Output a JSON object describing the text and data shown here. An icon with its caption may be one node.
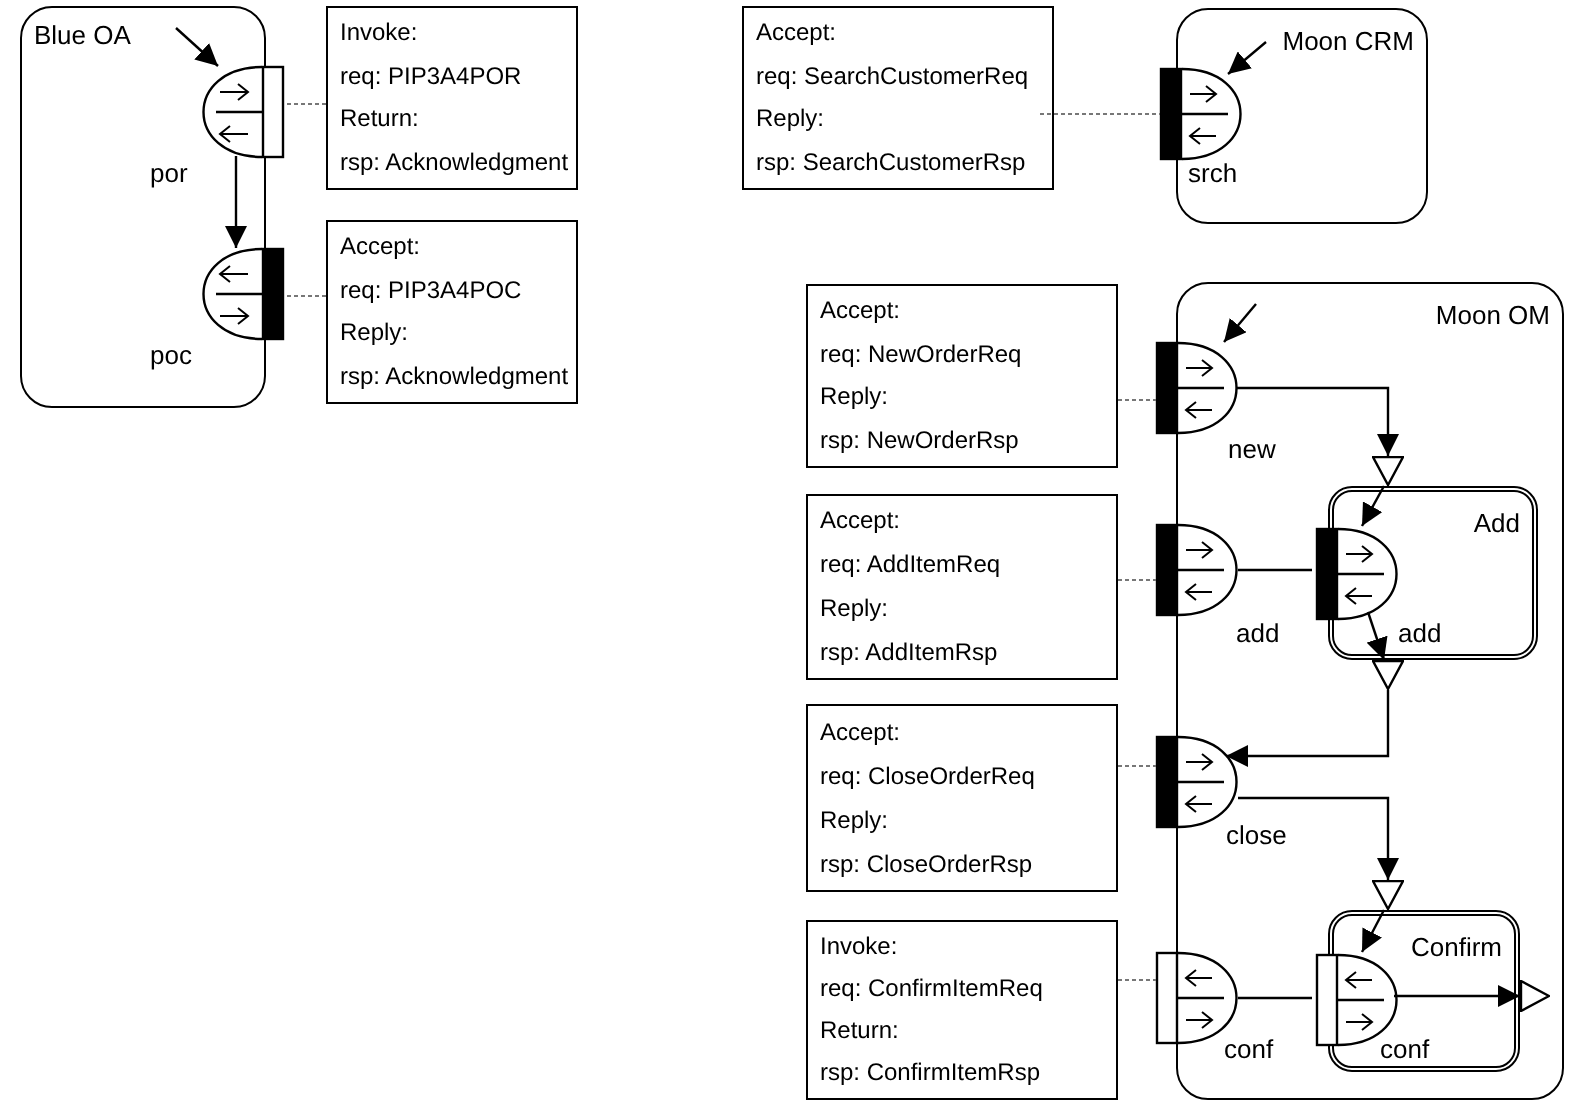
{
  "diagram": {
    "nodes": [
      {
        "text": [
          "Blue OA"
        ]
      },
      {
        "text": [
          "por"
        ],
        "in": 0
      },
      {
        "text": [
          "poc"
        ],
        "in": 0
      },
      {
        "text": [
          "Invoke:",
          "req: PIP3A4POR",
          "Return:",
          "rsp: Acknowledgment"
        ]
      },
      {
        "text": [
          "Accept:",
          "req: PIP3A4POC",
          "Reply:",
          "rsp: Acknowledgment"
        ]
      },
      {
        "text": [
          "Accept:",
          "req: SearchCustomerReq",
          "Reply:",
          "rsp: SearchCustomerRsp"
        ]
      },
      {
        "text": [
          "Moon CRM"
        ]
      },
      {
        "text": [
          "srch"
        ],
        "in": 6
      },
      {
        "text": [
          "Moon OM"
        ]
      },
      {
        "text": [
          "Accept:",
          "req: NewOrderReq",
          "Reply:",
          "rsp: NewOrderRsp"
        ]
      },
      {
        "text": [
          "new"
        ],
        "in": 8
      },
      {
        "text": [
          "Add"
        ],
        "in": 8
      },
      {
        "text": [],
        "shape": "triangle",
        "in": 8
      },
      {
        "text": [
          "add"
        ],
        "in": 11
      },
      {
        "text": [
          "Accept:",
          "req: AddItemReq",
          "Reply:",
          "rsp: AddItemRsp"
        ]
      },
      {
        "text": [
          "add"
        ],
        "in": 8
      },
      {
        "text": [],
        "shape": "triangle",
        "in": 8
      },
      {
        "text": [
          "Accept:",
          "req: CloseOrderReq",
          "Reply:",
          "rsp: CloseOrderRsp"
        ]
      },
      {
        "text": [
          "close"
        ],
        "in": 8
      },
      {
        "text": [
          "Confirm"
        ],
        "in": 8
      },
      {
        "text": [],
        "shape": "triangle",
        "in": 8
      },
      {
        "text": [
          "conf"
        ],
        "in": 19
      },
      {
        "text": [],
        "shape": "triangle",
        "in": 8
      },
      {
        "text": [
          "Invoke:",
          "req: ConfirmItemReq",
          "Return:",
          "rsp: ConfirmItemRsp"
        ]
      },
      {
        "text": [
          "conf"
        ],
        "in": 8
      }
    ],
    "edges": [
      {
        "from": null,
        "to": 1,
        "arrow": "to"
      },
      {
        "from": 1,
        "to": 2,
        "arrow": "to"
      },
      {
        "from": 3,
        "to": 1,
        "arrow": "none",
        "style": "dashed",
        "color": "#777777"
      },
      {
        "from": 4,
        "to": 2,
        "arrow": "none",
        "style": "dashed",
        "color": "#777777"
      },
      {
        "from": 5,
        "to": 7,
        "arrow": "none",
        "style": "dashed",
        "color": "#777777"
      },
      {
        "from": null,
        "to": 7,
        "arrow": "to"
      },
      {
        "from": 9,
        "to": 10,
        "arrow": "none",
        "style": "dashed",
        "color": "#777777"
      },
      {
        "from": null,
        "to": 10,
        "arrow": "to"
      },
      {
        "from": 10,
        "to": 12,
        "arrow": "to"
      },
      {
        "from": 12,
        "to": 13,
        "arrow": "to"
      },
      {
        "from": 14,
        "to": 15,
        "arrow": "none",
        "style": "dashed",
        "color": "#777777"
      },
      {
        "from": 15,
        "to": 13,
        "arrow": "none"
      },
      {
        "from": 13,
        "to": 16,
        "arrow": "to"
      },
      {
        "from": 16,
        "to": 18,
        "arrow": "to"
      },
      {
        "from": 17,
        "to": 18,
        "arrow": "none",
        "style": "dashed",
        "color": "#777777"
      },
      {
        "from": 18,
        "to": 20,
        "arrow": "to"
      },
      {
        "from": 20,
        "to": 21,
        "arrow": "to"
      },
      {
        "from": 23,
        "to": 24,
        "arrow": "none",
        "style": "dashed",
        "color": "#777777"
      },
      {
        "from": 24,
        "to": 21,
        "arrow": "none"
      },
      {
        "from": 21,
        "to": 22,
        "arrow": "to"
      }
    ]
  }
}
